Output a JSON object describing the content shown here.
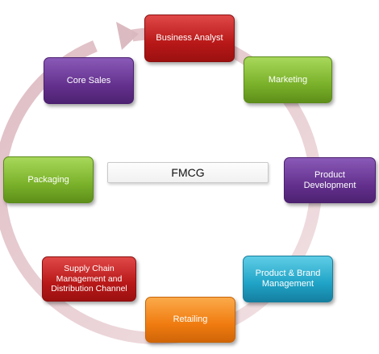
{
  "diagram": {
    "center_label": "FMCG",
    "nodes": [
      {
        "label": "Business Analyst"
      },
      {
        "label": "Marketing"
      },
      {
        "label": "Product Development"
      },
      {
        "label": "Product & Brand Management"
      },
      {
        "label": "Retailing"
      },
      {
        "label": "Supply Chain Management and Distribution Channel"
      },
      {
        "label": "Packaging"
      },
      {
        "label": "Core Sales"
      }
    ],
    "colors": {
      "red": "#b81818",
      "green": "#7ab12a",
      "purple": "#64318e",
      "cyan": "#1fa3c6",
      "orange": "#f07c10",
      "ring": "#e9c9cf"
    }
  }
}
